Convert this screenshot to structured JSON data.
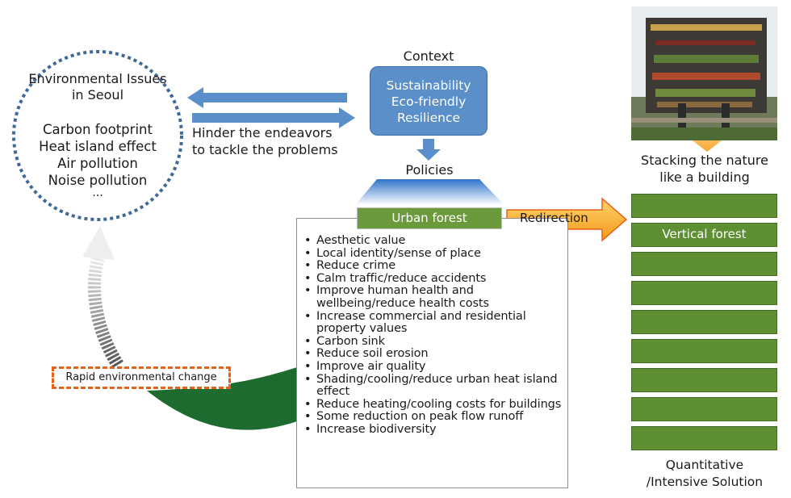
{
  "issues": {
    "title": "Environmental Issues\nin Seoul",
    "list": "Carbon footprint\nHeat island effect\nAir pollution\nNoise pollution",
    "ellipsis": "..."
  },
  "hinder_text": "Hinder the endeavors\nto tackle the problems",
  "context": {
    "label": "Context",
    "box_text": "Sustainability\nEco-friendly\nResilience"
  },
  "policies_label": "Policies",
  "urban_forest_label": "Urban forest",
  "redirection_label": "Redirection",
  "benefits": [
    "Aesthetic value",
    "Local identity/sense of place",
    "Reduce crime",
    "Calm traffic/reduce accidents",
    "Improve human health and wellbeing/reduce health costs",
    "Increase commercial and residential property values",
    "Carbon sink",
    "Reduce soil erosion",
    "Improve air quality",
    "Shading/cooling/reduce urban heat island effect",
    "Reduce heating/cooling costs for buildings",
    "Some reduction on peak flow runoff",
    "Increase biodiversity"
  ],
  "rapid_change_label": "Rapid environmental change",
  "stacking_label": "Stacking the nature\nlike a building",
  "vertical_forest_label": "Vertical forest",
  "solution_label": "Quantitative\n/Intensive Solution",
  "colors": {
    "blue_arrow": "#5b8fc9",
    "green": "#6b9a3c",
    "dark_green_swoosh": "#1e6b2f",
    "orange": "#f5a623",
    "dashed_orange": "#e8611a",
    "dashed_blue": "#3f6a98"
  }
}
